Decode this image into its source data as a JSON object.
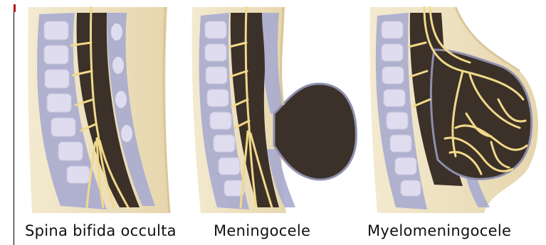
{
  "captions": {
    "occulta": "Spina bifida occulta",
    "meningocele": "Meningocele",
    "myelomeningocele": "Myelomeningocele"
  },
  "colors": {
    "skin": "#ece0bd",
    "fat": "#e8dcb8",
    "bone": "#a9abcf",
    "bone_light": "#dedcee",
    "canal": "#3b3128",
    "nerve": "#f2d98a",
    "border": "#000000",
    "accent": "#b01818"
  }
}
